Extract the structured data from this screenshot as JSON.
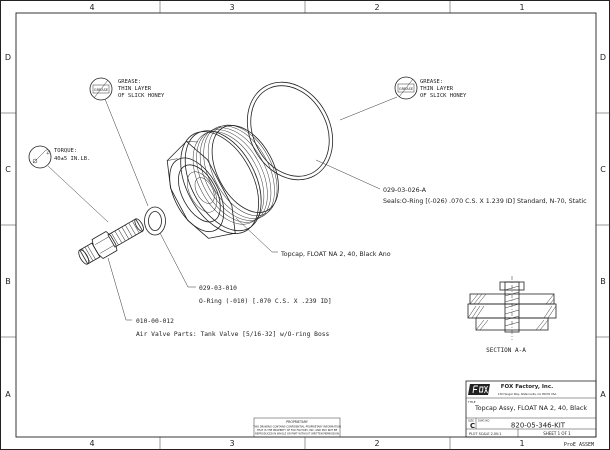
{
  "border": {
    "columns": [
      "4",
      "3",
      "2",
      "1"
    ],
    "rows": [
      "D",
      "C",
      "B",
      "A"
    ]
  },
  "notes": {
    "grease_left": {
      "icon_label": "GREASE",
      "line1": "GREASE:",
      "line2": "THIN LAYER",
      "line3": "OF SLICK HONEY"
    },
    "grease_right": {
      "icon_label": "GREASE",
      "line1": "GREASE:",
      "line2": "THIN LAYER",
      "line3": "OF SLICK HONEY"
    },
    "torque": {
      "line1": "TORQUE:",
      "line2": "40±5 IN.LB."
    }
  },
  "callouts": {
    "seal_oring": {
      "part": "029-03-026-A",
      "desc": "Seals:O-Ring [(-026) .070 C.S. X 1.239 ID] Standard, N-70, Static"
    },
    "topcap": {
      "desc": "Topcap, FLOAT NA 2, 40, Black Ano"
    },
    "small_oring": {
      "part": "029-03-010",
      "desc": "O-Ring (-010) [.070 C.S. X .239 ID]"
    },
    "valve": {
      "part": "010-00-012",
      "desc": "Air Valve Parts: Tank Valve [5/16-32] w/O-ring Boss"
    }
  },
  "section": {
    "label": "SECTION  A-A"
  },
  "title_block": {
    "company": "FOX Factory, Inc.",
    "address": "130 Hangar Way, Watsonville, CA 95076 USA",
    "title_label": "TITLE",
    "title": "Topcap Assy, FLOAT NA 2, 40, Black",
    "size_label": "SIZE",
    "size": "C",
    "dwg_label": "DWG NO",
    "dwg_no": "820-05-346-KIT",
    "plot_scale": "PLOT SCALE 2.00:1",
    "sheet": "SHEET 1 OF 1",
    "proprietary_title": "PROPRIETARY",
    "proprietary_lines": [
      "THIS DRAWING CONTAINS CONFIDENTIAL PROPRIETARY INFORMATION",
      "THAT IS THE PROPERTY OF FOX FACTORY, INC. AND MAY NOT BE",
      "REPRODUCED IN WHOLE OR PART WITHOUT WRITTEN PERMISSION"
    ]
  },
  "corner_note": "ProE ASSEM"
}
